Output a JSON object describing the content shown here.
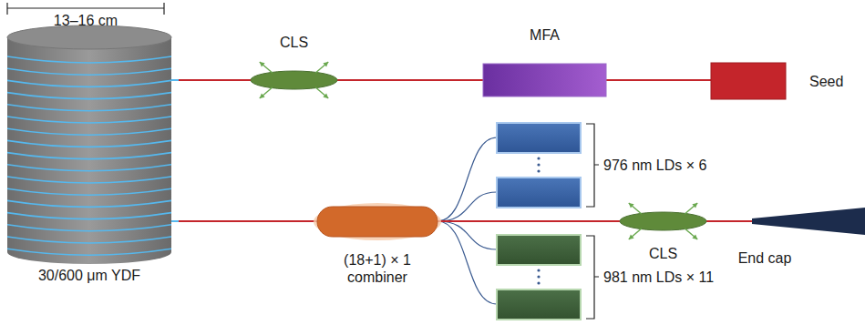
{
  "diagram": {
    "nodes": [
      {
        "text": [
          "30/600 μm YDF"
        ]
      },
      {
        "text": [
          "CLS"
        ]
      },
      {
        "text": [
          "MFA"
        ]
      },
      {
        "text": [
          "Seed"
        ]
      },
      {
        "text": [
          "(18+1) × 1 combiner"
        ]
      },
      {
        "text": [
          "CLS"
        ]
      },
      {
        "text": [
          "End cap"
        ]
      }
    ],
    "edges": [
      {
        "from": 0,
        "to": 1,
        "arrow": "none"
      },
      {
        "from": 1,
        "to": 2,
        "arrow": "none"
      },
      {
        "from": 2,
        "to": 3,
        "arrow": "none"
      },
      {
        "from": 0,
        "to": 4,
        "arrow": "none"
      },
      {
        "from": 4,
        "to": 5,
        "arrow": "none"
      },
      {
        "from": 5,
        "to": 6,
        "arrow": "none"
      }
    ],
    "labels": [
      "13–16 cm",
      "976 nm LDs × 6",
      "981 nm LDs × 11"
    ]
  }
}
